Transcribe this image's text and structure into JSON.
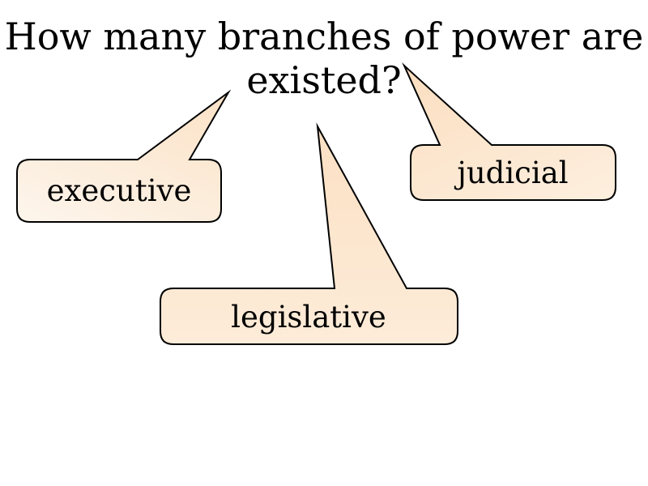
{
  "background": "#ffffff",
  "title": {
    "line1": "How many branches of power are",
    "line2": "existed?",
    "color": "#000000"
  },
  "callouts": [
    {
      "label": "executive",
      "fill_dark": "#fbe3c8",
      "fill_light": "#fdf4ea",
      "border": "#000000",
      "text_color": "#000000"
    },
    {
      "label": "judicial",
      "fill_dark": "#fbdfc1",
      "fill_light": "#fdeedd",
      "border": "#000000",
      "text_color": "#000000"
    },
    {
      "label": "legislative",
      "fill_dark": "#fbe0c3",
      "fill_light": "#fdecd9",
      "border": "#000000",
      "text_color": "#000000"
    }
  ]
}
